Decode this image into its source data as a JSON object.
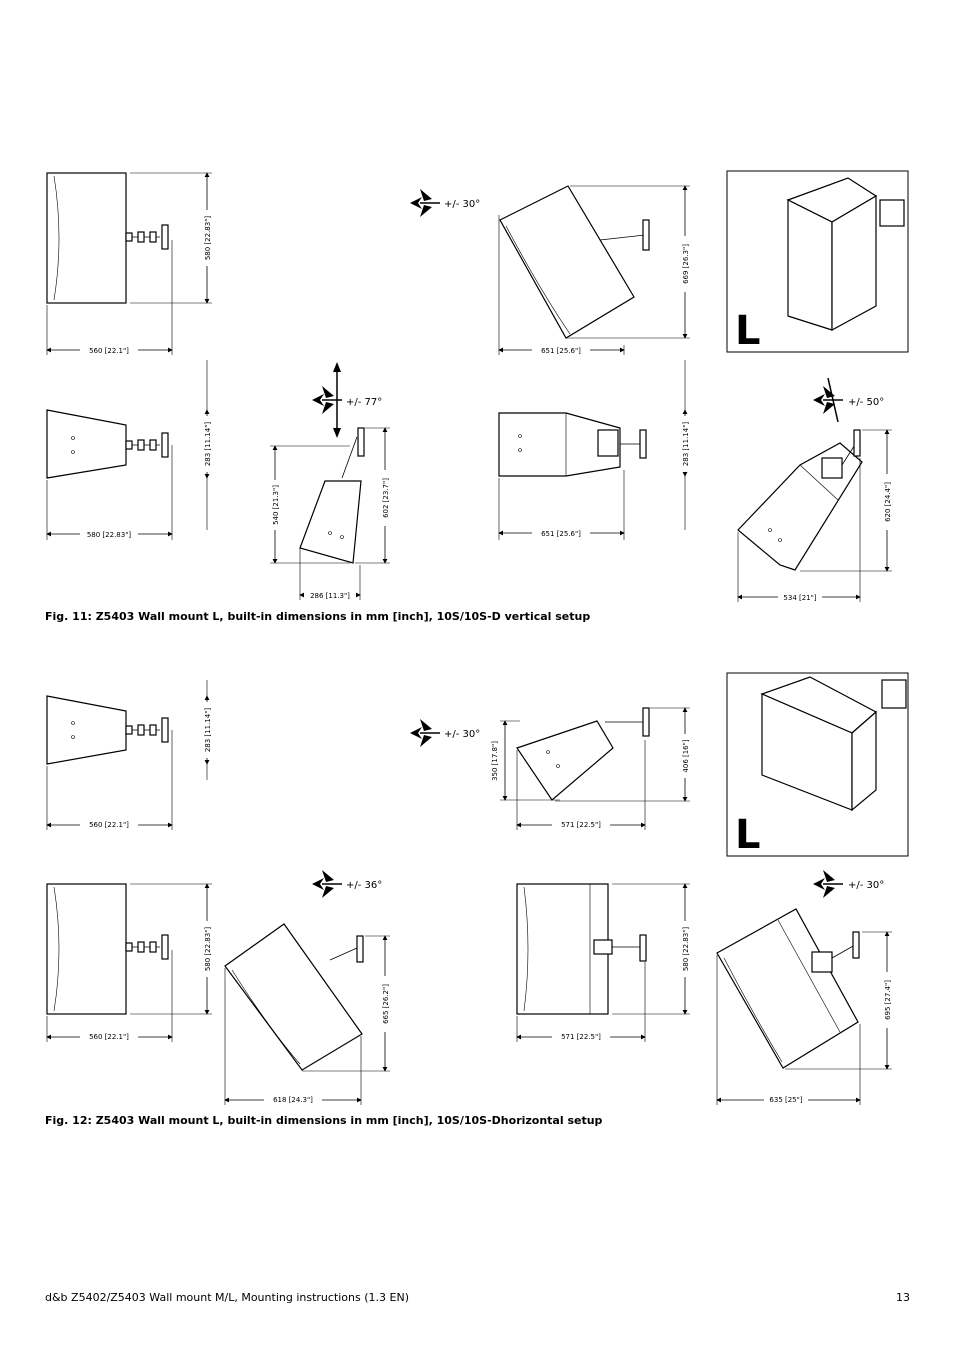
{
  "figure11": {
    "caption": "Fig. 11: Z5403 Wall mount L, built-in dimensions in mm [inch], 10S/10S-D vertical setup",
    "dims": {
      "a_width": "560 [22.1\"]",
      "a_height": "580 [22.83\"]",
      "b_width": "651 [25.6\"]",
      "b_height": "669 [26.3\"]",
      "c_width": "580 [22.83\"]",
      "c_height": "283 [11.14\"]",
      "d_height_left": "540 [21.3\"]",
      "d_height_right": "602 [23.7\"]",
      "d_width": "286 [11.3\"]",
      "e_width": "651 [25.6\"]",
      "e_height": "283 [11.14\"]",
      "f_width": "534 [21\"]",
      "f_height": "620 [24.4\"]"
    },
    "angles": {
      "b": "+/- 30°",
      "d": "+/- 77°",
      "f": "+/- 50°"
    },
    "badge": "L"
  },
  "figure12": {
    "caption": "Fig. 12: Z5403 Wall mount L, built-in dimensions in mm [inch], 10S/10S-Dhorizontal setup",
    "dims": {
      "a_width": "560 [22.1\"]",
      "a_height": "283 [11.14\"]",
      "b_width": "571 [22.5\"]",
      "b_height_left": "350 [17.8\"]",
      "b_height_right": "406 [16\"]",
      "c_width": "560 [22.1\"]",
      "c_height": "580 [22.83\"]",
      "d_width": "618 [24.3\"]",
      "d_height": "665 [26.2\"]",
      "e_width": "571 [22.5\"]",
      "e_height": "580 [22.83\"]",
      "f_width": "635 [25\"]",
      "f_height": "695 [27.4\"]"
    },
    "angles": {
      "b": "+/- 30°",
      "d": "+/- 36°",
      "f": "+/- 30°"
    },
    "badge": "L"
  },
  "footer": {
    "title": "d&b Z5402/Z5403 Wall mount M/L, Mounting instructions (1.3 EN)",
    "page": "13"
  }
}
